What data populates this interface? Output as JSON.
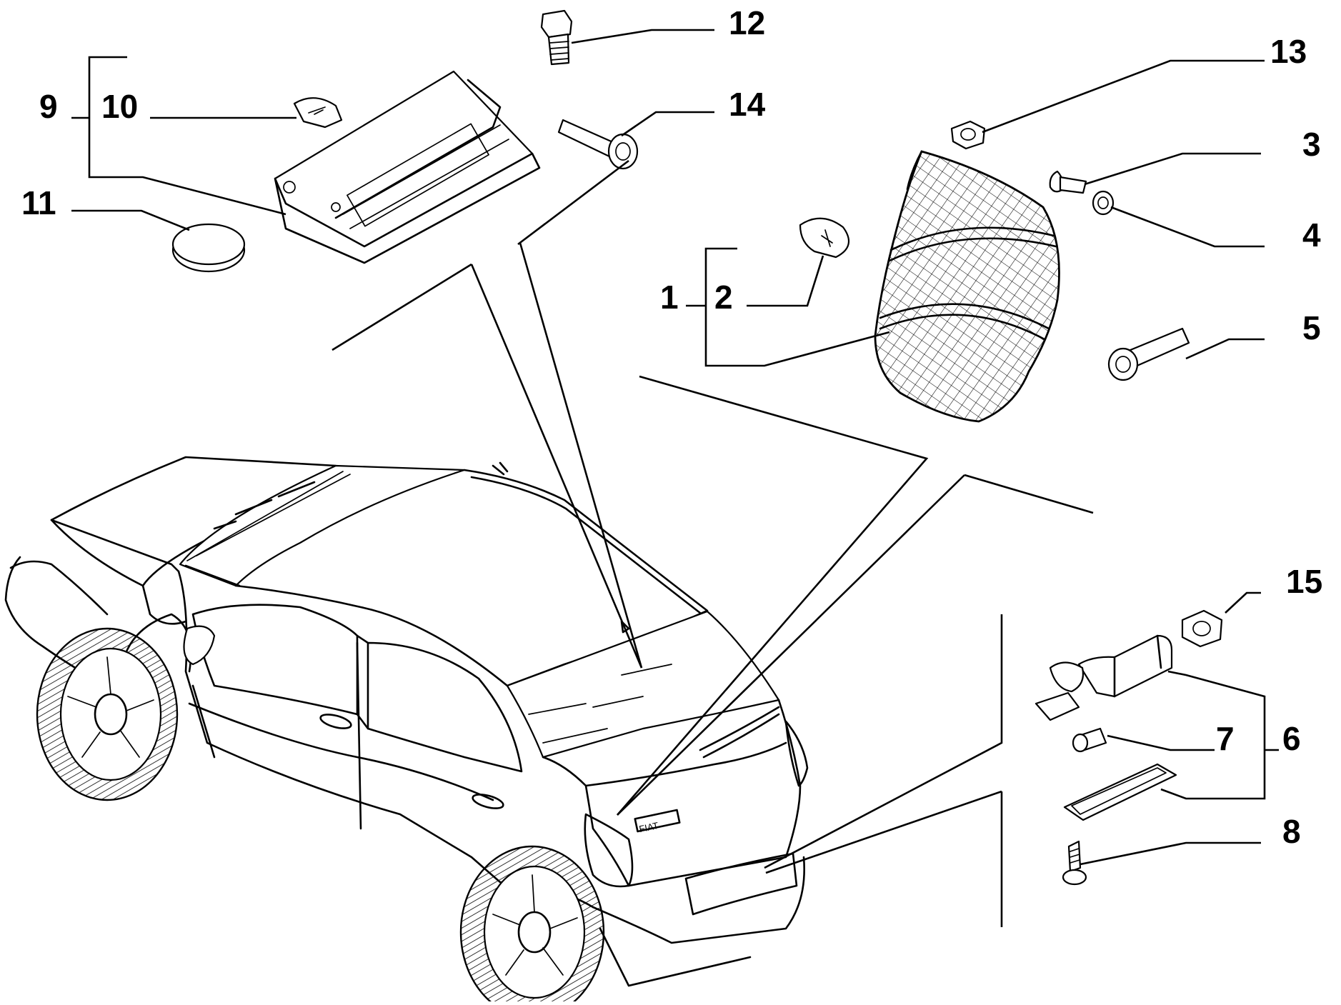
{
  "diagram": {
    "callouts": {
      "c1": "1",
      "c2": "2",
      "c3": "3",
      "c4": "4",
      "c5": "5",
      "c6": "6",
      "c7": "7",
      "c8": "8",
      "c9": "9",
      "c10": "10",
      "c11": "11",
      "c12": "12",
      "c13": "13",
      "c14": "14",
      "c15": "15"
    },
    "badge_text": "FIAT"
  }
}
